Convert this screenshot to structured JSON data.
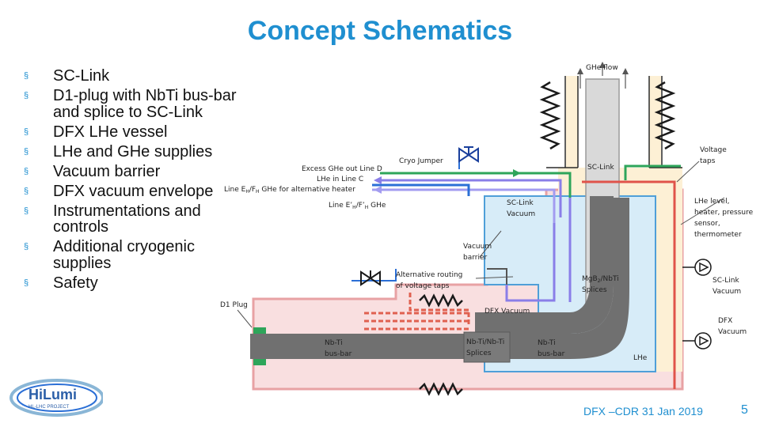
{
  "title": "Concept Schematics",
  "bullets": [
    "SC-Link",
    "D1-plug with NbTi bus-bar and splice to SC-Link",
    "DFX LHe vessel",
    "LHe and GHe supplies",
    "Vacuum barrier",
    "DFX vacuum envelope",
    "Instrumentations and controls",
    "Additional cryogenic supplies",
    "Safety"
  ],
  "bullet_marker": "§",
  "diagram": {
    "ghe_flow": "GHe flow",
    "cryo_jumper": "Cryo Jumper",
    "excess_ghe": "Excess GHe  out Line D",
    "lhe_line_c": "LHe in Line C",
    "line_eh_fh": "Line E",
    "line_eh_fh_sub1": "H",
    "line_eh_fh_mid": "/F",
    "line_eh_fh_sub2": "H",
    "line_eh_fh_rest": " GHe for alternative heater",
    "line_e_prime": "Line E’",
    "line_e_prime_sub1": "H",
    "line_e_prime_mid": "/F’",
    "line_e_prime_sub2": "H",
    "line_e_prime_rest": "  GHe",
    "sc_link": "SC-Link",
    "voltage_taps_1": "Voltage",
    "voltage_taps_2": "taps",
    "sc_link_vacuum_1": "SC-Link",
    "sc_link_vacuum_2": "Vacuum",
    "lhe_level_1": "LHe level,",
    "lhe_level_2": "heater, pressure",
    "lhe_level_3": "sensor,",
    "lhe_level_4": "thermometer",
    "vacuum_barrier_1": "Vacuum",
    "vacuum_barrier_2": "barrier",
    "alt_routing_1": "Alternative routing",
    "alt_routing_2": "of voltage taps",
    "mgb2_1": "MgB",
    "mgb2_sub": "2",
    "mgb2_2": "/NbTi",
    "mgb2_3": "Splices",
    "sc_link_vacuum_right_1": "SC-Link",
    "sc_link_vacuum_right_2": "Vacuum",
    "d1_plug": "D1 Plug",
    "dfx_vacuum": "DFX Vacuum",
    "dfx_vacuum_right_1": "DFX",
    "dfx_vacuum_right_2": "Vacuum",
    "nbti_busbar_left_1": "Nb-Ti",
    "nbti_busbar_left_2": "bus-bar",
    "nbti_splices_1": "Nb-Ti/Nb-Ti",
    "nbti_splices_2": "Splices",
    "nbti_busbar_right_1": "Nb-Ti",
    "nbti_busbar_right_2": "bus-bar",
    "lhe": "LHe"
  },
  "footer": {
    "text": "DFX –CDR 31 Jan 2019",
    "page": "5",
    "logo_main": "HiLumi",
    "logo_sub": "HL-LHC PROJECT"
  },
  "colors": {
    "title": "#1f8fd0",
    "dfx_vacuum_fill": "#f9dfe0",
    "sc_link_vacuum_fill": "#fdf0d5",
    "lhe_fill": "#d7ecf8",
    "pink_line": "#e8a2a4",
    "red_line": "#e0534a",
    "green_line": "#2ea55a",
    "purple_line": "#7b6fe0",
    "blue_line": "#2b6fd6",
    "busbar": "#707070"
  }
}
